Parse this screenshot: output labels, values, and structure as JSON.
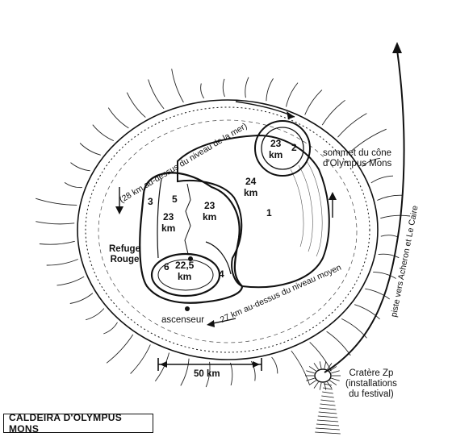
{
  "map": {
    "title": "CALDEIRA D'OLYMPUS  MONS",
    "scale_label": "50 km",
    "labels": {
      "rim_top": "(28 km au-dessus du niveau de la mer)",
      "rim_bottom": "27 km au-dessus du niveau moyen",
      "summit_line1": "sommet du cône",
      "summit_line2": "d'Olympus Mons",
      "refuge_line1": "Refuge",
      "refuge_line2": "Rouge",
      "lift": "ascenseur",
      "track": "piste vers Acheron et Le Caire",
      "crater_line1": "Cratère Zp",
      "crater_line2": "(installations",
      "crater_line3": "du festival)"
    },
    "pits": [
      {
        "num": "1",
        "alt": "24",
        "unit": "km"
      },
      {
        "num": "2",
        "alt": "23",
        "unit": "km"
      },
      {
        "num": "3",
        "alt": "23",
        "unit": "km"
      },
      {
        "num": "4",
        "alt": "23",
        "unit": "km"
      },
      {
        "num": "5",
        "alt": "",
        "unit": ""
      },
      {
        "num": "6",
        "alt": "22,5",
        "unit": "km"
      }
    ]
  }
}
